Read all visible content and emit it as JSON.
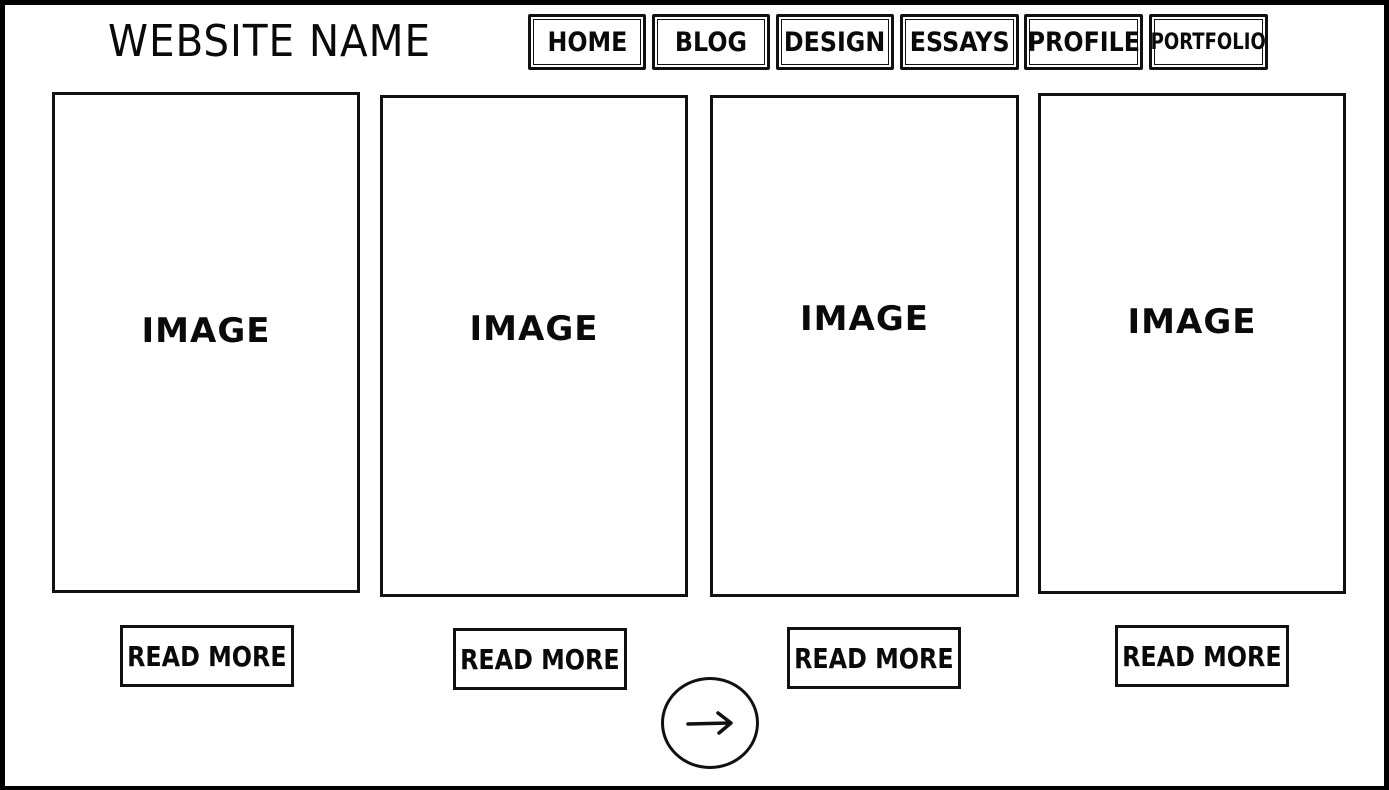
{
  "header": {
    "site_name": "WEBSITE NAME"
  },
  "nav": {
    "items": [
      {
        "label": "HOME"
      },
      {
        "label": "BLOG"
      },
      {
        "label": "DESIGN"
      },
      {
        "label": "ESSAYS"
      },
      {
        "label": "PROFILE"
      },
      {
        "label": "PORTFOLIO"
      }
    ]
  },
  "cards": [
    {
      "image_label": "IMAGE",
      "button_label": "READ MORE"
    },
    {
      "image_label": "IMAGE",
      "button_label": "READ MORE"
    },
    {
      "image_label": "IMAGE",
      "button_label": "READ MORE"
    },
    {
      "image_label": "IMAGE",
      "button_label": "READ MORE"
    }
  ],
  "pagination": {
    "next_icon": "arrow-right-icon"
  },
  "colors": {
    "stroke": "#111111",
    "background": "#ffffff"
  }
}
